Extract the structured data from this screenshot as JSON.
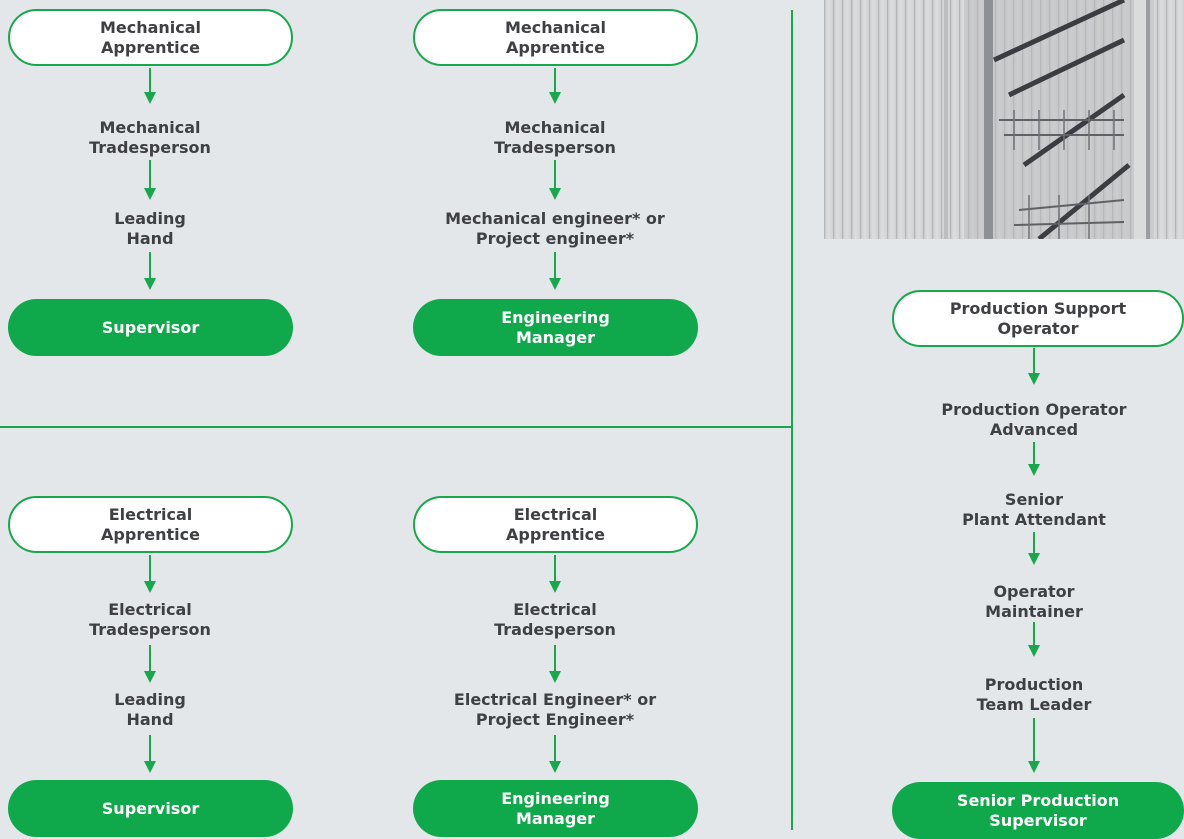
{
  "columns": [
    {
      "id": "mech-trade",
      "steps": [
        "Mechanical\nApprentice",
        "Mechanical\nTradesperson",
        "Leading\nHand",
        "Supervisor"
      ]
    },
    {
      "id": "mech-eng",
      "steps": [
        "Mechanical\nApprentice",
        "Mechanical\nTradesperson",
        "Mechanical engineer* or\nProject engineer*",
        "Engineering\nManager"
      ]
    },
    {
      "id": "elec-trade",
      "steps": [
        "Electrical\nApprentice",
        "Electrical\nTradesperson",
        "Leading\nHand",
        "Supervisor"
      ]
    },
    {
      "id": "elec-eng",
      "steps": [
        "Electrical\nApprentice",
        "Electrical\nTradesperson",
        "Electrical Engineer* or\nProject Engineer*",
        "Engineering\nManager"
      ]
    },
    {
      "id": "production",
      "steps": [
        "Production Support\nOperator",
        "Production Operator\nAdvanced",
        "Senior\nPlant Attendant",
        "Operator\nMaintainer",
        "Production\nTeam Leader",
        "Senior Production\nSupervisor"
      ]
    }
  ],
  "colors": {
    "accent": "#0fa84a",
    "background": "#e4e7ea",
    "text": "#3f4043"
  }
}
